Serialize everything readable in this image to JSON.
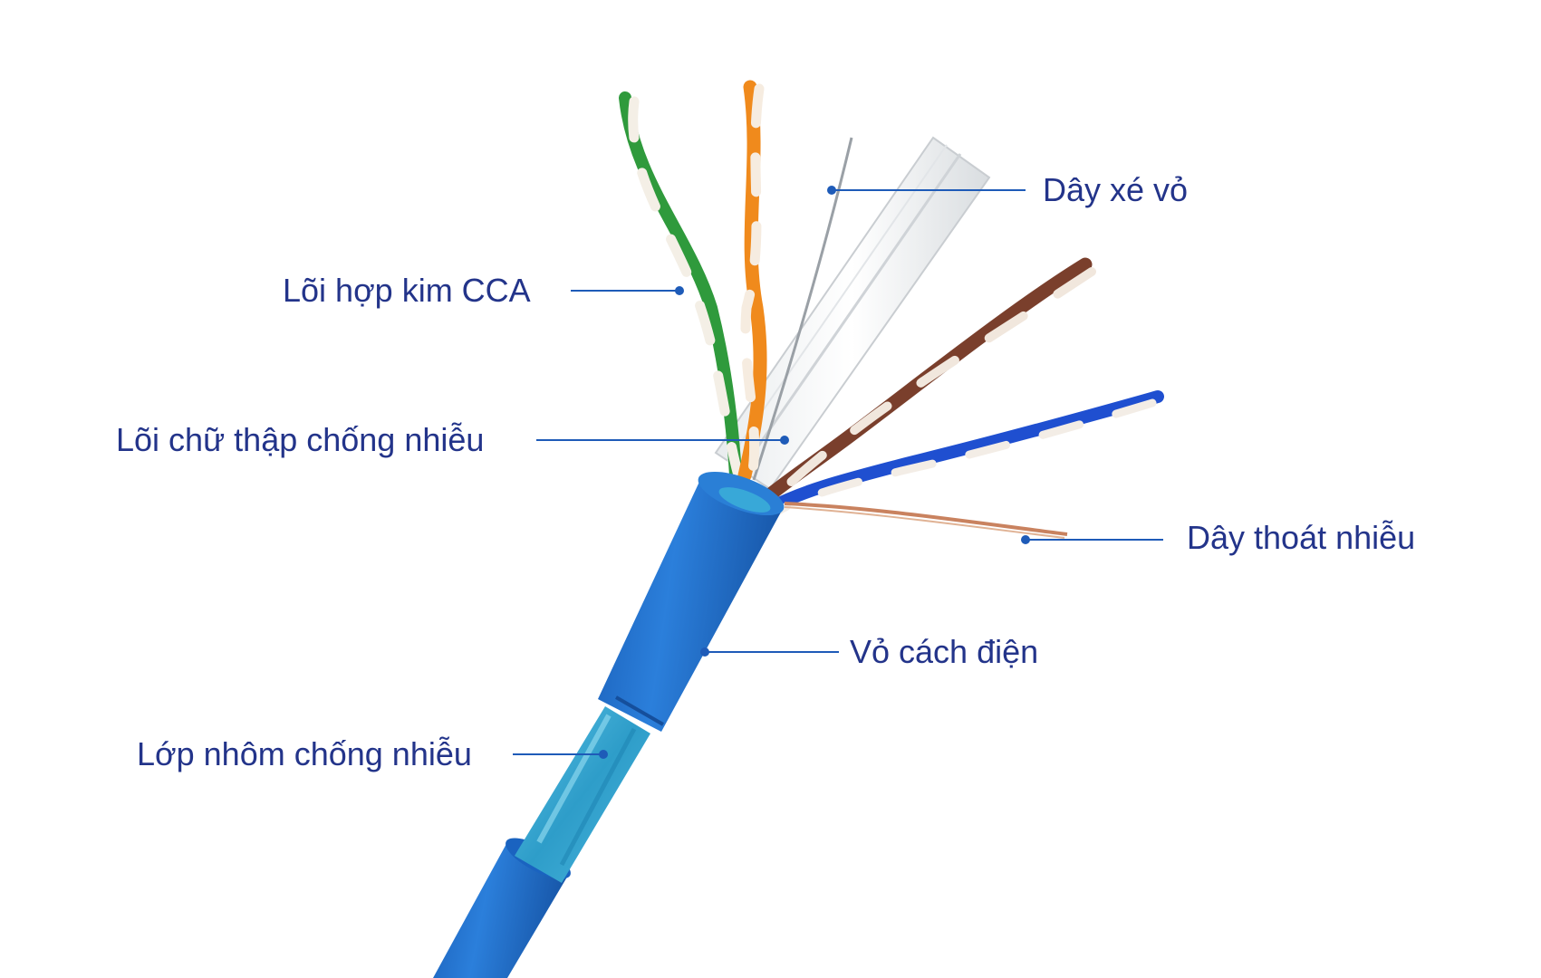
{
  "colors": {
    "label_text": "#23348a",
    "leader_line": "#1e5bb8",
    "cable_jacket": "#1d6ec9",
    "foil_shield": "#3aa4d0",
    "pair_green": "#2f9a3c",
    "pair_orange": "#f08a1c",
    "pair_brown": "#7a3f2c",
    "pair_blue": "#1f4fd0",
    "drain_wire": "#c9825f"
  },
  "callouts": {
    "ripcord": {
      "label": "Dây xé vỏ"
    },
    "cca_core": {
      "label": "Lõi hợp kim CCA"
    },
    "cross_filler": {
      "label": "Lõi chữ thập chống nhiễu"
    },
    "drain_wire": {
      "label": "Dây thoát nhiễu"
    },
    "jacket": {
      "label": "Vỏ cách điện"
    },
    "foil": {
      "label": "Lớp nhôm chống nhiễu"
    }
  }
}
